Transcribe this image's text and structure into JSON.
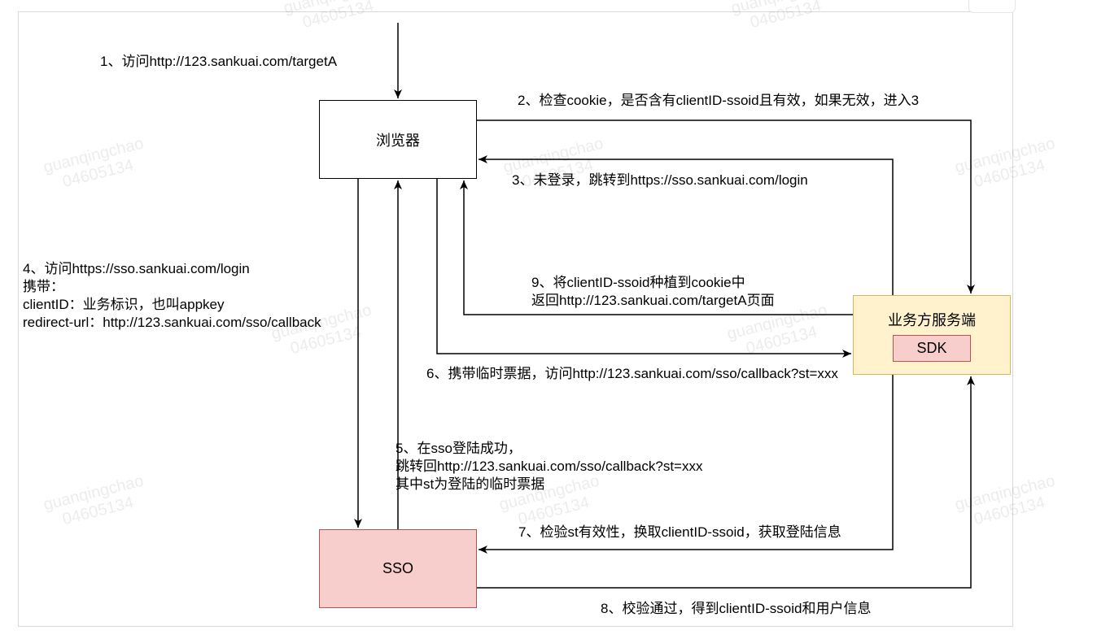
{
  "nodes": {
    "browser": "浏览器",
    "sso": "SSO",
    "business_server": "业务方服务端",
    "sdk": "SDK"
  },
  "labels": {
    "step1": "1、访问http://123.sankuai.com/targetA",
    "step2": "2、检查cookie，是否含有clientID-ssoid且有效，如果无效，进入3",
    "step3": "3、未登录，跳转到https://sso.sankuai.com/login",
    "step4": [
      "4、访问https://sso.sankuai.com/login",
      "携带：",
      "clientID：业务标识，也叫appkey",
      "redirect-url：http://123.sankuai.com/sso/callback"
    ],
    "step5": [
      "5、在sso登陆成功，",
      "跳转回http://123.sankuai.com/sso/callback?st=xxx",
      "其中st为登陆的临时票据"
    ],
    "step6": "6、携带临时票据，访问http://123.sankuai.com/sso/callback?st=xxx",
    "step7": "7、检验st有效性，换取clientID-ssoid，获取登陆信息",
    "step8": "8、校验通过，得到clientID-ssoid和用户信息",
    "step9": [
      "9、将clientID-ssoid种植到cookie中",
      "返回http://123.sankuai.com/targetA页面"
    ]
  },
  "watermark": [
    "guanqingchao",
    "04605134"
  ],
  "colors": {
    "sso_fill": "#f8cecc",
    "sso_stroke": "#b85450",
    "biz_fill": "#fff2cc",
    "biz_stroke": "#d6b656"
  }
}
